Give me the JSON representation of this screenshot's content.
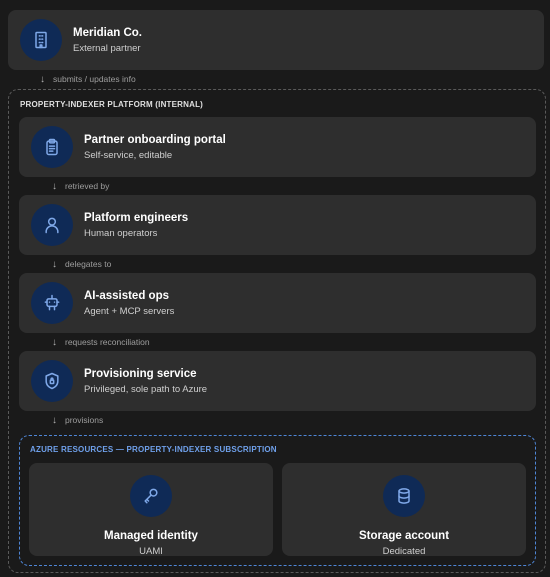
{
  "colors": {
    "background": "#1a1a1a",
    "card": "#2e2e2e",
    "icon_bg": "#0f2a56",
    "icon_stroke": "#7fa8e8",
    "platform_border": "#5a5a5a",
    "azure_border": "#4f86d6",
    "azure_label": "#6fa0ea"
  },
  "partner": {
    "icon": "building-icon",
    "title": "Meridian Co.",
    "subtitle": "External partner"
  },
  "connector_partner": "submits / updates info",
  "platform": {
    "label": "PROPERTY-INDEXER PLATFORM (INTERNAL)",
    "steps": [
      {
        "icon": "clipboard-icon",
        "title": "Partner onboarding portal",
        "subtitle": "Self-service, editable",
        "connector": "retrieved by"
      },
      {
        "icon": "user-icon",
        "title": "Platform engineers",
        "subtitle": "Human operators",
        "connector": "delegates to"
      },
      {
        "icon": "robot-icon",
        "title": "AI-assisted ops",
        "subtitle": "Agent + MCP servers",
        "connector": "requests reconciliation"
      },
      {
        "icon": "shield-icon",
        "title": "Provisioning service",
        "subtitle": "Privileged, sole path to Azure",
        "connector": "provisions"
      }
    ]
  },
  "azure": {
    "label": "AZURE RESOURCES — PROPERTY-INDEXER SUBSCRIPTION",
    "resources": [
      {
        "icon": "key-icon",
        "title": "Managed identity",
        "subtitle": "UAMI"
      },
      {
        "icon": "database-icon",
        "title": "Storage account",
        "subtitle": "Dedicated"
      }
    ]
  }
}
